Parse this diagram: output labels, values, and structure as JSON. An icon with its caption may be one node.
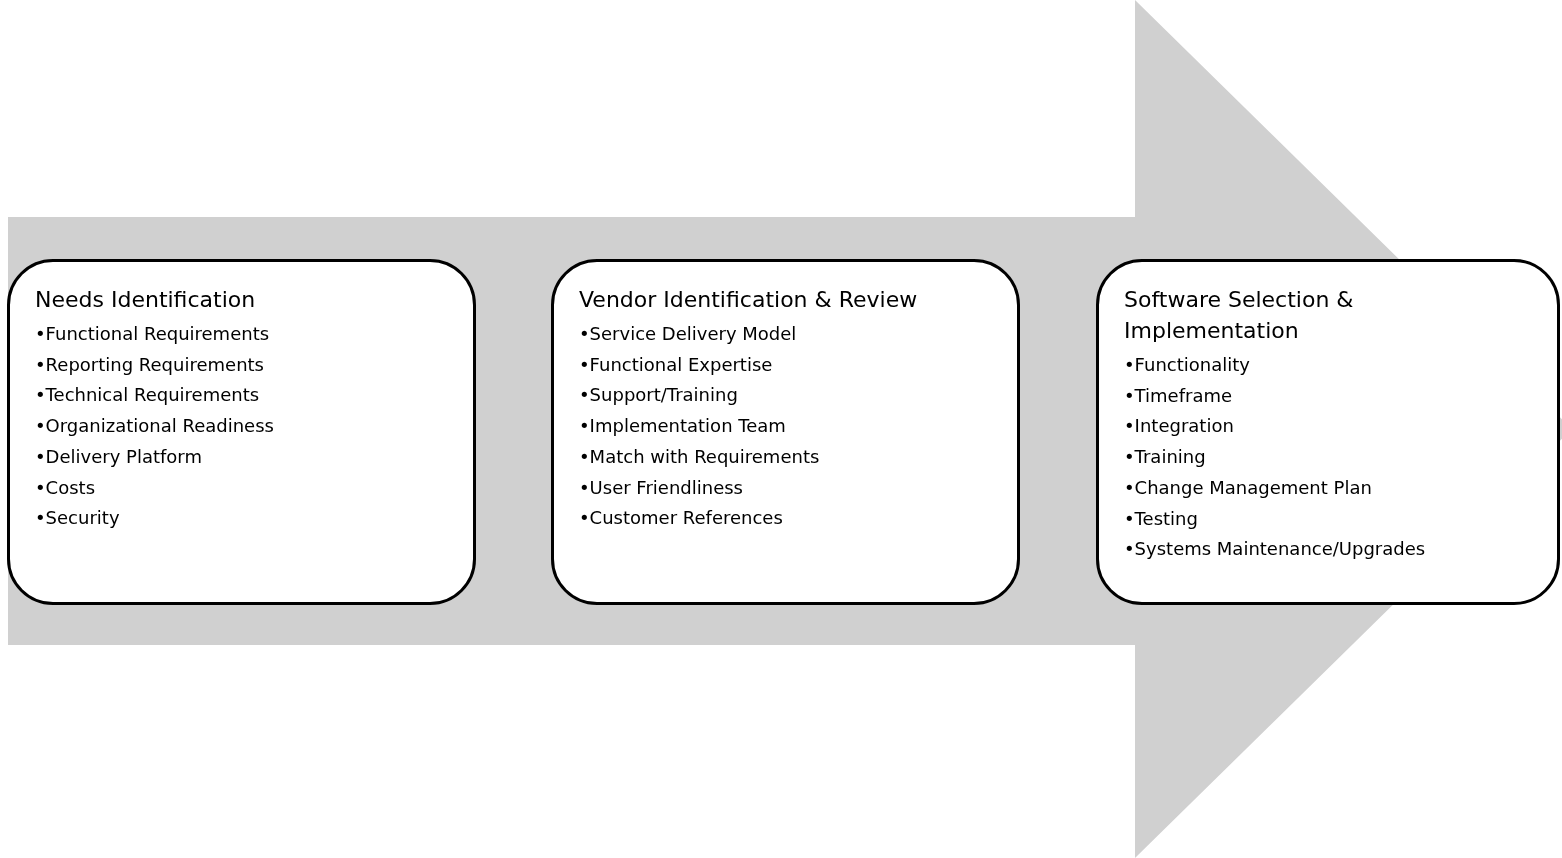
{
  "diagram": {
    "nodes": [
      {
        "text": [
          "Needs Identification",
          "•Functional Requirements",
          "•Reporting Requirements",
          "•Technical Requirements",
          "•Organizational Readiness",
          "•Delivery Platform",
          "•Costs",
          "•Security"
        ]
      },
      {
        "text": [
          "Vendor Identification & Review",
          "•Service Delivery Model",
          "•Functional Expertise",
          "•Support/Training",
          "•Implementation Team",
          "•Match with Requirements",
          "•User Friendliness",
          "•Customer References"
        ]
      },
      {
        "text": [
          "Software Selection & Implementation",
          "•Functionality",
          "•Timeframe",
          "•Integration",
          "•Training",
          "•Change Management Plan",
          "•Testing",
          "•Systems Maintenance/Upgrades"
        ]
      }
    ],
    "edges": [
      {
        "from": 0,
        "to": 2,
        "arrow": "to",
        "style": "thick"
      }
    ]
  }
}
